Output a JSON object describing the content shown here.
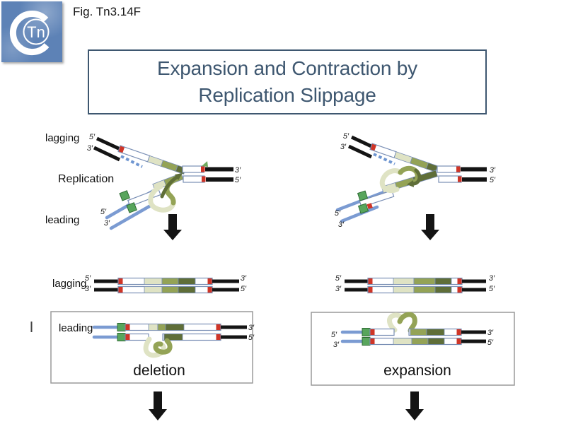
{
  "header": {
    "fig_label": "Fig. Tn3.14F",
    "logo_text": "Tn"
  },
  "title": {
    "line1": "Expansion and Contraction by",
    "line2": "Replication Slippage"
  },
  "labels": {
    "lagging": "lagging",
    "leading": "leading",
    "replication": "Replication",
    "deletion": "deletion",
    "expansion": "expansion",
    "five_prime": "5′",
    "three_prime": "3′"
  },
  "colors": {
    "title": "#3e5770",
    "logo-bg": "#5d82b6",
    "ink": "#141414",
    "blue": "#7b9bd2",
    "dotted-blue": "#6f96d1",
    "pale-green": "#dfe3c4",
    "olive": "#94a356",
    "dark-olive": "#5f6e38",
    "red": "#cf3527",
    "green": "#58a55c",
    "box-stroke": "#7a8fb5",
    "panel-stroke": "#9a9a9a"
  }
}
